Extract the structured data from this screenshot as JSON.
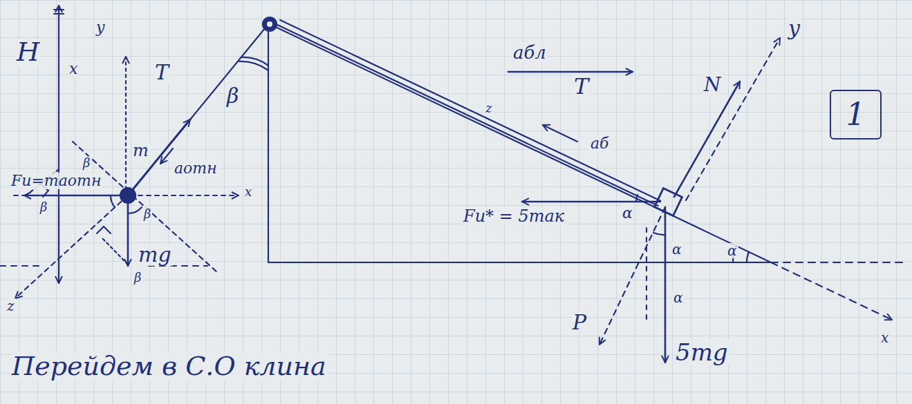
{
  "diagram": {
    "nodes": [
      {
        "text": [
          "1"
        ]
      }
    ],
    "labels": [
      "H",
      "x",
      "y",
      "T",
      "β",
      "m",
      "aотн",
      "Fи=maотн",
      "β",
      "β",
      "β",
      "mg",
      "β",
      "x",
      "z",
      "z",
      "T",
      "aб",
      "aбл",
      "N",
      "y",
      "x",
      "α",
      "α",
      "α",
      "α",
      "Fи* = 5maк",
      "P",
      "5mg",
      "Перейдем в С.О клина"
    ]
  }
}
